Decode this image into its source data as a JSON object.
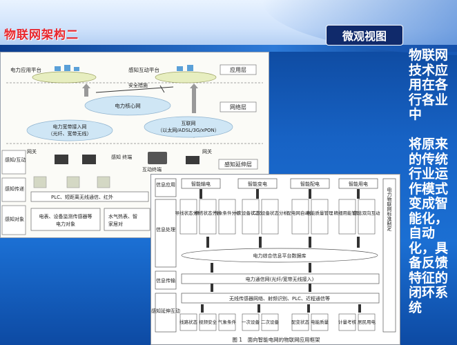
{
  "slide": {
    "title": "物联网架构二",
    "badge": "微观视图",
    "side_text": "物联网技术应用在各行各业中\n\n将原来的传统行业运作模式变成智能化，自动化，具备反馈特征的闭环系统"
  },
  "figure1": {
    "layers": [
      "应用层",
      "网络层",
      "感知延伸层"
    ],
    "power_app_platform": "电力应用平台",
    "sensing_platform": "感知互动平台",
    "security": "安全措施",
    "core_network": "电力核心网",
    "broadband_line1": "电力宽带接入网",
    "broadband_line2": "（光纤、宽带无线）",
    "internet_line1": "互联网",
    "internet_line2": "（以太网/ADSL/3G/xPON）",
    "gateway_left": "网关",
    "gateway_right": "网关",
    "terminal": "感知\n终端",
    "interactive_terminal": "互动终端",
    "left_labels": [
      "感知/互动",
      "感知传递",
      "感知对象"
    ],
    "bus": "PLC、短距离无线通信、红外",
    "objects_line1": "电表、设备监测传感器等",
    "objects_line2": "电力对象",
    "objects_right1": "水气热表、智",
    "objects_right2": "家居对"
  },
  "figure2": {
    "top_labels": [
      "智能输电",
      "智能变电",
      "智能配电",
      "智能用电"
    ],
    "left_labels": [
      "信息应用",
      "信息处理",
      "信息传输",
      "感知延伸互动"
    ],
    "processing": [
      "导线状态分析",
      "杆塔状态分析",
      "气象条件分析",
      "一次设备状态分析",
      "二次设备状态分析",
      "配电网自动化",
      "电能质量管理",
      "精细用能管理",
      "信息双向互动"
    ],
    "platform": "电力综合信息平台数据库",
    "comm": "电力通信网(光纤/宽带无线接入)",
    "sensor_net": "无线传感器网络、射频识别、PLC、近程通信等",
    "bottom": [
      "线路状态",
      "视频安全",
      "气象条件",
      "一次设备",
      "二次设备",
      "配变状态",
      "电能质量",
      "计量考核",
      "居民用电"
    ],
    "right_side": "电力物联网标准制定",
    "caption": "图 1　面向智能电网的物联网应用框架"
  }
}
